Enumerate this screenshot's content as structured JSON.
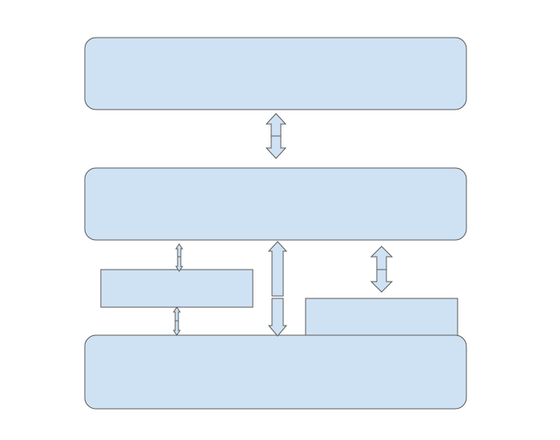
{
  "diagram": {
    "colors": {
      "fill": "#cfe2f3",
      "stroke": "#595959",
      "background": "#ffffff"
    },
    "blocks": [
      {
        "id": "top-block",
        "label": ""
      },
      {
        "id": "middle-block",
        "label": ""
      },
      {
        "id": "left-small-block",
        "label": ""
      },
      {
        "id": "right-small-block",
        "label": ""
      },
      {
        "id": "bottom-block",
        "label": ""
      }
    ],
    "connections": [
      {
        "from": "top-block",
        "to": "middle-block",
        "direction": "bidirectional"
      },
      {
        "from": "middle-block",
        "to": "left-small-block",
        "direction": "bidirectional"
      },
      {
        "from": "left-small-block",
        "to": "bottom-block",
        "direction": "bidirectional"
      },
      {
        "from": "middle-block",
        "to": "bottom-block",
        "direction": "bidirectional"
      },
      {
        "from": "middle-block",
        "to": "right-small-block",
        "direction": "bidirectional"
      }
    ]
  }
}
